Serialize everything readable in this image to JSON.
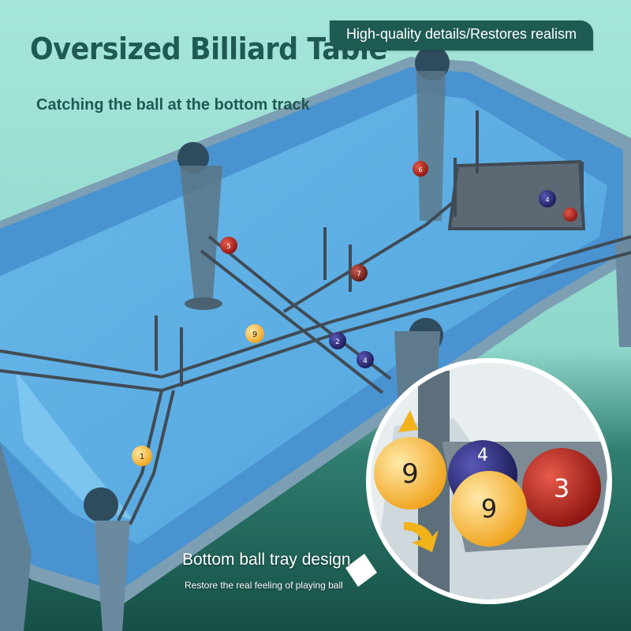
{
  "header": {
    "title": "Oversized Billiard Table",
    "badge_text": "High-quality details/Restores realism",
    "subtitle": "Catching the ball at the bottom track"
  },
  "footer": {
    "caption_title": "Bottom ball tray design",
    "caption_sub": "Restore the real feeling of playing ball"
  },
  "table_balls": [
    "5",
    "7",
    "9",
    "2",
    "4",
    "1",
    "6",
    "4"
  ],
  "tray_balls": [
    "9",
    "4",
    "9",
    "3"
  ],
  "colors": {
    "background_top": "#9fe3d6",
    "background_bottom": "#1a5c52",
    "felt": "#5aaee6",
    "rail": "#4a93d1",
    "frame": "#6f93a8",
    "text_dark": "#1f5a52",
    "badge": "#1e5b52"
  }
}
